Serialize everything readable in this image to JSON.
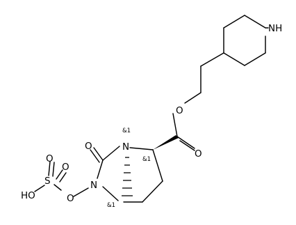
{
  "atoms": {
    "nh": "NH",
    "n_bridge": "N",
    "n_ring": "N",
    "o_carbonyl": "O",
    "o_ester_double": "O",
    "o_ester_single": "O",
    "o_link": "O",
    "s": "S",
    "o_s_top": "O",
    "o_s_right": "O",
    "ho": "HO"
  },
  "stereo_labels": {
    "n_bridge": "&1",
    "c2": "&1",
    "c5": "&1"
  }
}
